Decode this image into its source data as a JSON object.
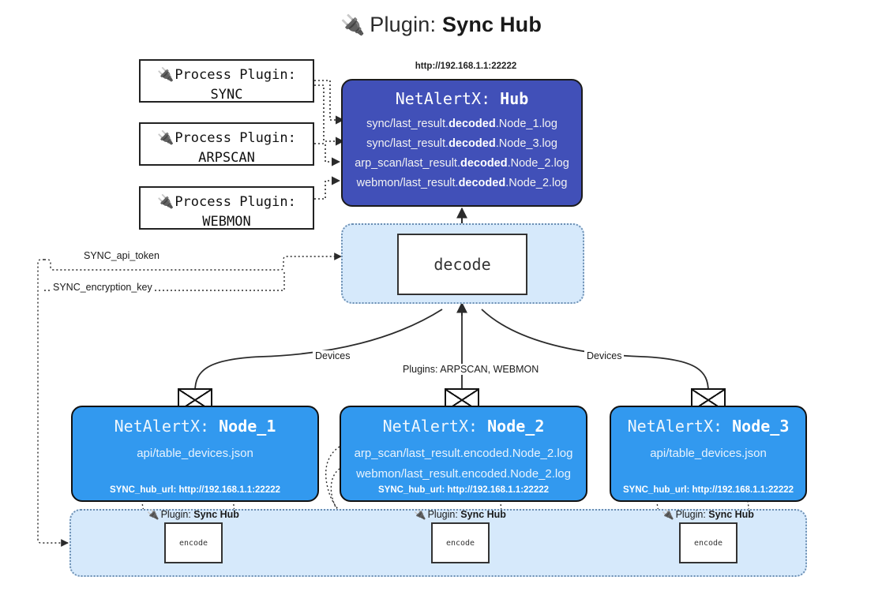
{
  "title": {
    "icon": "plug-icon",
    "prefix": "Plugin:",
    "name": "Sync Hub"
  },
  "process_plugins": [
    {
      "icon": "plug-icon",
      "line1": "Process Plugin:",
      "line2": "SYNC"
    },
    {
      "icon": "plug-icon",
      "line1": "Process Plugin:",
      "line2": "ARPSCAN"
    },
    {
      "icon": "plug-icon",
      "line1": "Process Plugin:",
      "line2": "WEBMON"
    }
  ],
  "hub": {
    "url": "http://192.168.1.1:22222",
    "title_prefix": "NetAlertX:",
    "title_name": "Hub",
    "logs": [
      {
        "pre": "sync/last_result.",
        "mid": "decoded",
        "post": ".Node_1.log"
      },
      {
        "pre": "sync/last_result.",
        "mid": "decoded",
        "post": ".Node_3.log"
      },
      {
        "pre": "arp_scan/last_result.",
        "mid": "decoded",
        "post": ".Node_2.log"
      },
      {
        "pre": "webmon/last_result.",
        "mid": "decoded",
        "post": ".Node_2.log"
      }
    ]
  },
  "decode": {
    "label": "decode"
  },
  "secrets": {
    "api_token": "SYNC_api_token",
    "encryption_key": "SYNC_encryption_key"
  },
  "edge_labels": {
    "devices_left": "Devices",
    "devices_right": "Devices",
    "plugins_middle": "Plugins: ARPSCAN, WEBMON"
  },
  "nodes": [
    {
      "id": "node-1",
      "title_prefix": "NetAlertX:",
      "title_name": "Node_1",
      "lines": [
        "api/table_devices.json"
      ],
      "hub_url_label": "SYNC_hub_url: http://192.168.1.1:22222",
      "envelope_icon": "envelope-icon"
    },
    {
      "id": "node-2",
      "title_prefix": "NetAlertX:",
      "title_name": "Node_2",
      "lines": [
        "arp_scan/last_result.encoded.Node_2.log",
        "webmon/last_result.encoded.Node_2.log"
      ],
      "hub_url_label": "SYNC_hub_url: http://192.168.1.1:22222",
      "envelope_icon": "envelope-icon"
    },
    {
      "id": "node-3",
      "title_prefix": "NetAlertX:",
      "title_name": "Node_3",
      "lines": [
        "api/table_devices.json"
      ],
      "hub_url_label": "SYNC_hub_url: http://192.168.1.1:22222",
      "envelope_icon": "envelope-icon"
    }
  ],
  "encoders": [
    {
      "plugin_prefix": "Plugin:",
      "plugin_name": "Sync Hub",
      "label": "encode"
    },
    {
      "plugin_prefix": "Plugin:",
      "plugin_name": "Sync Hub",
      "label": "encode"
    },
    {
      "plugin_prefix": "Plugin:",
      "plugin_name": "Sync Hub",
      "label": "encode"
    }
  ],
  "colors": {
    "hub_fill": "#4150b8",
    "node_fill": "#3299ef",
    "cluster_fill": "#d6e9fb",
    "cluster_border": "#6c8fb3",
    "edge": "#2b2b2b"
  }
}
